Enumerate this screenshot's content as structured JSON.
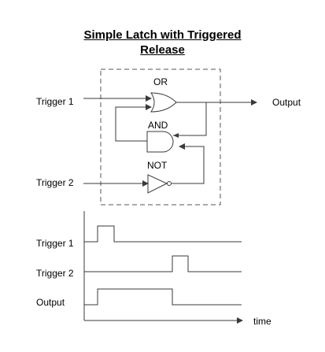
{
  "title": {
    "line1": "Simple Latch with Triggered",
    "line2": "Release"
  },
  "circuit": {
    "gate_or": "OR",
    "gate_and": "AND",
    "gate_not": "NOT",
    "input_trigger1": "Trigger 1",
    "input_trigger2": "Trigger 2",
    "output": "Output"
  },
  "timing": {
    "signals": [
      {
        "label": "Trigger 1",
        "segments": [
          [
            0,
            0.17,
            0
          ],
          [
            0.17,
            0.38,
            1
          ],
          [
            0.38,
            2.0,
            0
          ]
        ]
      },
      {
        "label": "Trigger 2",
        "segments": [
          [
            0,
            1.12,
            0
          ],
          [
            1.12,
            1.32,
            1
          ],
          [
            1.32,
            2.0,
            0
          ]
        ]
      },
      {
        "label": "Output",
        "segments": [
          [
            0,
            0.17,
            0
          ],
          [
            0.17,
            1.12,
            1
          ],
          [
            1.12,
            2.0,
            0
          ]
        ]
      }
    ],
    "time_label": "time"
  },
  "colors": {
    "line": "#3a3a3a",
    "dashed_box": "#555555"
  }
}
